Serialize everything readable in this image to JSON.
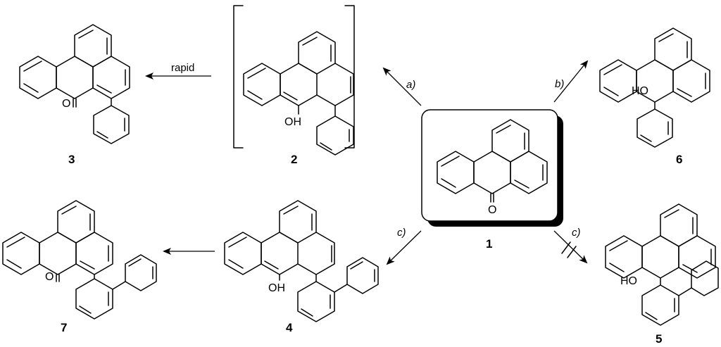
{
  "compounds": [
    {
      "id": "1",
      "label": "1"
    },
    {
      "id": "2",
      "label": "2"
    },
    {
      "id": "3",
      "label": "3"
    },
    {
      "id": "4",
      "label": "4"
    },
    {
      "id": "5",
      "label": "5"
    },
    {
      "id": "6",
      "label": "6"
    },
    {
      "id": "7",
      "label": "7"
    }
  ],
  "atoms": {
    "carbonyl_O": "O",
    "hydroxyl_OH": "OH",
    "hydroxyl_HO": "HO"
  },
  "conditions": {
    "a": "a)",
    "b": "b)",
    "c_upper": "c)",
    "c_lower": "c)",
    "rapid": "rapid"
  }
}
